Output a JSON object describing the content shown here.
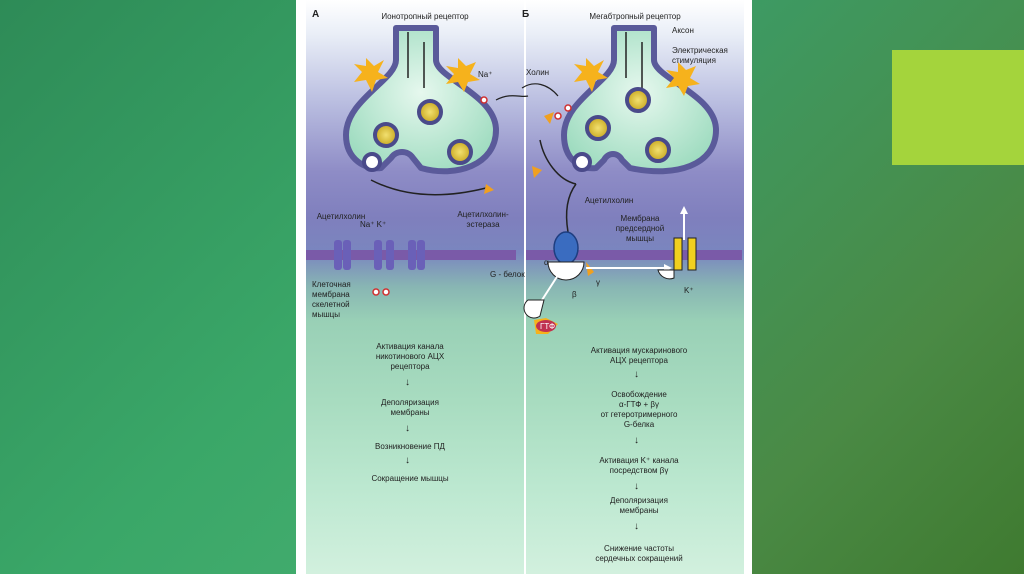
{
  "panel_a": {
    "letter": "А",
    "title": "Ионотропный рецептор",
    "na_label": "Na⁺",
    "acetylcholine": "Ацетилхолин",
    "esterase": "Ацетилхолин-\nэстераза",
    "channel_ions": "Na⁺  K⁺",
    "membrane_label": "Клеточная\nмембрана\nскелетной\nмышцы",
    "steps": [
      "Активация канала\nникотинового АЦХ\nрецептора",
      "Деполяризация\nмембраны",
      "Возникновение ПД",
      "Сокращение мышцы"
    ]
  },
  "panel_b": {
    "letter": "Б",
    "title": "Мегабтропный рецептор",
    "axon": "Аксон",
    "stimulation": "Электрическая\nстимуляция",
    "choline": "Холин",
    "acetylcholine": "Ацетилхолин",
    "atrial_membrane": "Мембрана\nпредсердной\nмышцы",
    "g_protein": "G - белок",
    "alpha": "α",
    "beta": "β",
    "gamma": "γ",
    "k_label": "K⁺",
    "gtp": "ГТФ",
    "steps": [
      "Активация мускаринового\nАЦХ рецептора",
      "Освобождение\nα-ГТФ + βγ\nот гетеротримерного\nG-белка",
      "Активация K⁺ канала\nпосредством βγ",
      "Деполяризация\nмембраны",
      "Снижение частоты\nсердечных сокращений"
    ]
  },
  "colors": {
    "accent": "#a4d43c",
    "membrane": "#7a5aa8",
    "terminal_fill": "#b8ead6",
    "terminal_stroke": "#5a5a9a",
    "vesicle": "#d8c040"
  },
  "arrow_glyph": "↓"
}
